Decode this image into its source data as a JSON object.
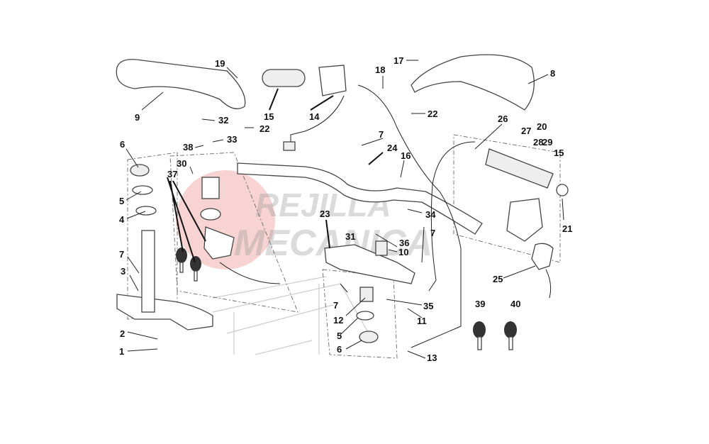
{
  "diagram": {
    "title": "Handlebar and controls exploded parts diagram",
    "watermark": {
      "line1": "REJILLA",
      "line2": "MECANICA",
      "color": "#e05050"
    },
    "callouts": [
      {
        "id": "c1",
        "text": "1"
      },
      {
        "id": "c2",
        "text": "2"
      },
      {
        "id": "c3",
        "text": "3"
      },
      {
        "id": "c4",
        "text": "4"
      },
      {
        "id": "c5a",
        "text": "5"
      },
      {
        "id": "c5b",
        "text": "5"
      },
      {
        "id": "c6a",
        "text": "6"
      },
      {
        "id": "c6b",
        "text": "6"
      },
      {
        "id": "c7a",
        "text": "7"
      },
      {
        "id": "c7b",
        "text": "7"
      },
      {
        "id": "c7c",
        "text": "7"
      },
      {
        "id": "c7d",
        "text": "7"
      },
      {
        "id": "c8",
        "text": "8"
      },
      {
        "id": "c9",
        "text": "9"
      },
      {
        "id": "c10",
        "text": "10"
      },
      {
        "id": "c11",
        "text": "11"
      },
      {
        "id": "c12",
        "text": "12"
      },
      {
        "id": "c13",
        "text": "13"
      },
      {
        "id": "c14",
        "text": "14"
      },
      {
        "id": "c15a",
        "text": "15"
      },
      {
        "id": "c15b",
        "text": "15"
      },
      {
        "id": "c16",
        "text": "16"
      },
      {
        "id": "c17",
        "text": "17"
      },
      {
        "id": "c18",
        "text": "18"
      },
      {
        "id": "c19",
        "text": "19"
      },
      {
        "id": "c20",
        "text": "20"
      },
      {
        "id": "c21",
        "text": "21"
      },
      {
        "id": "c22a",
        "text": "22"
      },
      {
        "id": "c22b",
        "text": "22"
      },
      {
        "id": "c23",
        "text": "23"
      },
      {
        "id": "c24",
        "text": "24"
      },
      {
        "id": "c25",
        "text": "25"
      },
      {
        "id": "c26",
        "text": "26"
      },
      {
        "id": "c27",
        "text": "27"
      },
      {
        "id": "c28",
        "text": "28"
      },
      {
        "id": "c29",
        "text": "29"
      },
      {
        "id": "c30",
        "text": "30"
      },
      {
        "id": "c31",
        "text": "31"
      },
      {
        "id": "c32",
        "text": "32"
      },
      {
        "id": "c33",
        "text": "33"
      },
      {
        "id": "c34",
        "text": "34"
      },
      {
        "id": "c35",
        "text": "35"
      },
      {
        "id": "c36",
        "text": "36"
      },
      {
        "id": "c37",
        "text": "37"
      },
      {
        "id": "c38",
        "text": "38"
      },
      {
        "id": "c39",
        "text": "39"
      },
      {
        "id": "c40",
        "text": "40"
      }
    ]
  }
}
